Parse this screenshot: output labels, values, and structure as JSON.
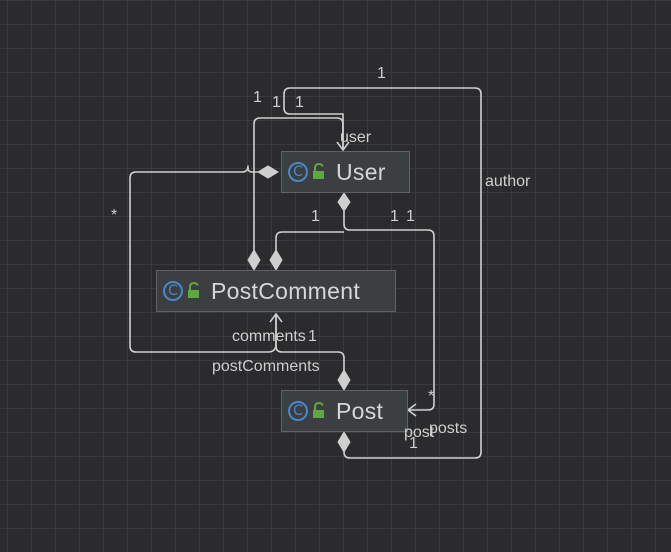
{
  "classes": {
    "user": "User",
    "post_comment": "PostComment",
    "post": "Post"
  },
  "labels": {
    "self_top": "1",
    "self_left": "1",
    "self_a": "1",
    "self_b": "1",
    "user_role": "user",
    "author_role": "author",
    "star_left": "*",
    "one_mid": "1",
    "one_r1": "1",
    "one_r2": "1",
    "comments_role": "comments",
    "one_comments": "1",
    "post_comments_role": "postComments",
    "star_post": "*",
    "post_role": "post",
    "posts_role": "posts",
    "one_bottom": "1"
  },
  "colors": {
    "background": "#2b2b2d",
    "grid": "#3a3b3e",
    "edge": "#cfcfcf",
    "node_fill": "#3c3f41",
    "node_border": "#5f6266",
    "class_icon": "#4a86c8",
    "visibility_icon": "#5fa83f"
  },
  "icons": {
    "class": "class-icon",
    "visibility": "unlocked-icon"
  }
}
